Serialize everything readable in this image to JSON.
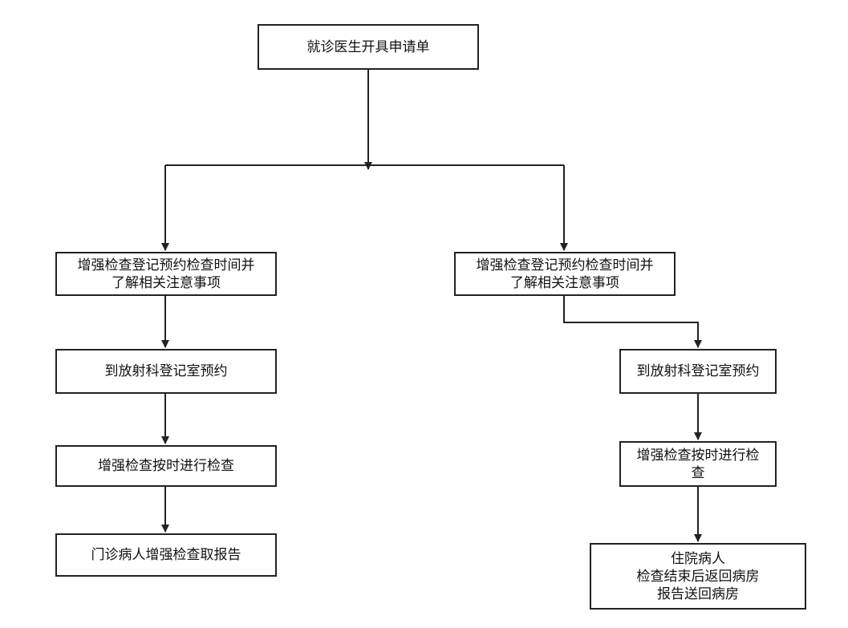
{
  "flowchart": {
    "root": "就诊医生开具申请单",
    "left_branch": {
      "step1": "增强检查登记预约检查时间并\n了解相关注意事项",
      "step2": "到放射科登记室预约",
      "step3": "增强检查按时进行检查",
      "step4": "门诊病人增强检查取报告"
    },
    "right_branch": {
      "step1": "增强检查登记预约检查时间并\n了解相关注意事项",
      "step2": "到放射科登记室预约",
      "step3": "增强检查按时进行检\n查",
      "step4": "住院病人\n检查结束后返回病房\n报告送回病房"
    }
  }
}
